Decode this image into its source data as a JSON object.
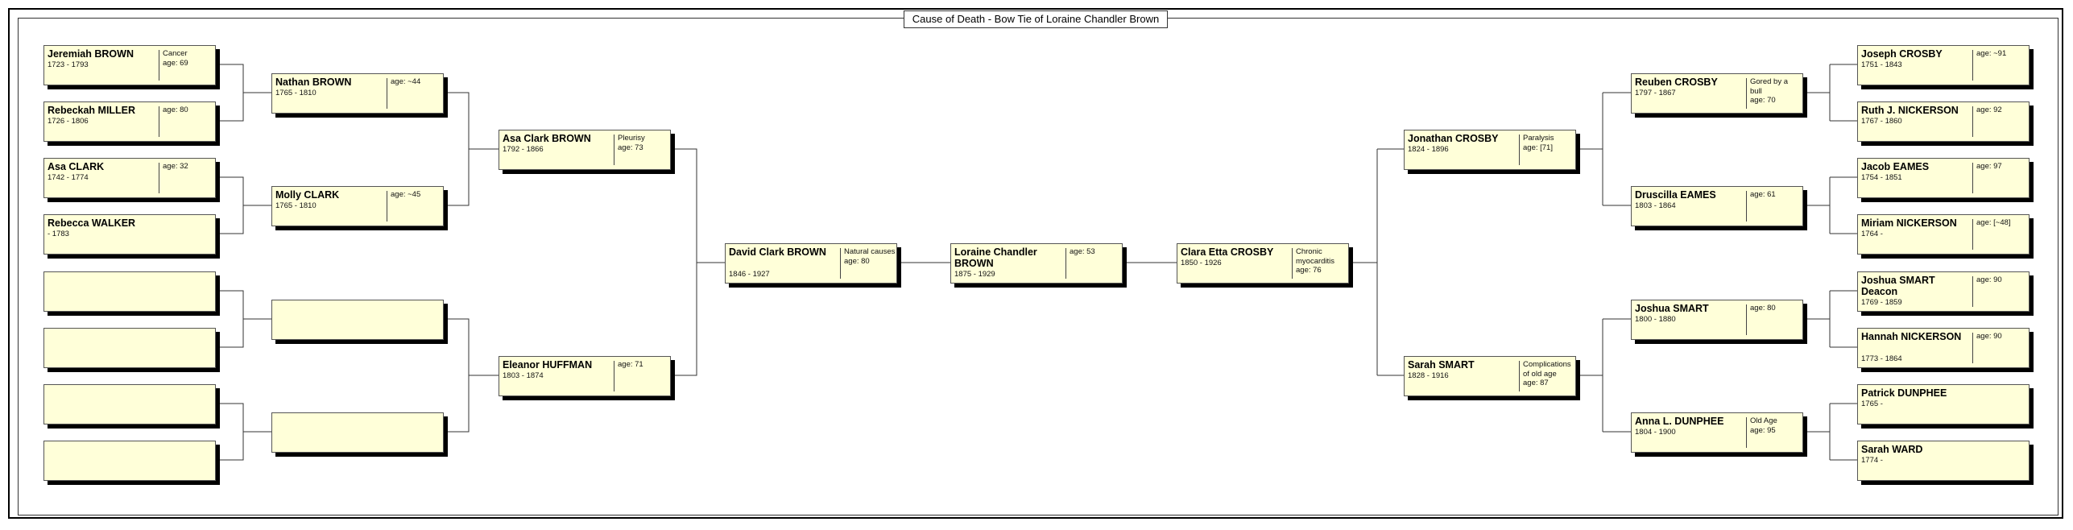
{
  "title": "Cause of Death - Bow Tie of Loraine Chandler Brown",
  "people": {
    "jeremiah_brown": {
      "name": "Jeremiah BROWN",
      "dates": "1723 - 1793",
      "note": "Cancer\nage: 69"
    },
    "rebeckah_miller": {
      "name": "Rebeckah MILLER",
      "dates": "1726 - 1806",
      "note": "age: 80"
    },
    "asa_clark": {
      "name": "Asa CLARK",
      "dates": "1742 - 1774",
      "note": "age: 32"
    },
    "rebecca_walker": {
      "name": "Rebecca WALKER",
      "dates": "- 1783",
      "note": ""
    },
    "nathan_brown": {
      "name": "Nathan BROWN",
      "dates": "1765 - 1810",
      "note": "age: ~44"
    },
    "molly_clark": {
      "name": "Molly CLARK",
      "dates": "1765 - 1810",
      "note": "age: ~45"
    },
    "asa_clark_brown": {
      "name": "Asa Clark BROWN",
      "dates": "1792 - 1866",
      "note": "Pleurisy\nage: 73"
    },
    "eleanor_huffman": {
      "name": "Eleanor HUFFMAN",
      "dates": "1803 - 1874",
      "note": "age: 71"
    },
    "david_clark_brown": {
      "name": "David Clark BROWN",
      "dates": "1846 - 1927",
      "note": "Natural causes\nage: 80"
    },
    "loraine_chandler_brown": {
      "name": "Loraine Chandler BROWN",
      "dates": "1875 - 1929",
      "note": "age: 53"
    },
    "clara_etta_crosby": {
      "name": "Clara Etta CROSBY",
      "dates": "1850 - 1926",
      "note": "Chronic myocarditis\nage: 76"
    },
    "jonathan_crosby": {
      "name": "Jonathan CROSBY",
      "dates": "1824 - 1896",
      "note": "Paralysis\nage: [71]"
    },
    "sarah_smart": {
      "name": "Sarah SMART",
      "dates": "1828 - 1916",
      "note": "Complications of old age\nage: 87"
    },
    "reuben_crosby": {
      "name": "Reuben CROSBY",
      "dates": "1797 - 1867",
      "note": "Gored by a bull\nage: 70"
    },
    "druscilla_eames": {
      "name": "Druscilla EAMES",
      "dates": "1803 - 1864",
      "note": "age: 61"
    },
    "joshua_smart": {
      "name": "Joshua SMART",
      "dates": "1800 - 1880",
      "note": "age: 80"
    },
    "anna_dunphee": {
      "name": "Anna L. DUNPHEE",
      "dates": "1804 - 1900",
      "note": "Old Age\nage: 95"
    },
    "joseph_crosby": {
      "name": "Joseph CROSBY",
      "dates": "1751 - 1843",
      "note": "age: ~91"
    },
    "ruth_nickerson": {
      "name": "Ruth J. NICKERSON",
      "dates": "1767 - 1860",
      "note": "age: 92"
    },
    "jacob_eames": {
      "name": "Jacob EAMES",
      "dates": "1754 - 1851",
      "note": "age: 97"
    },
    "miriam_nickerson": {
      "name": "Miriam NICKERSON",
      "dates": "1764 -",
      "note": "age: [~48]"
    },
    "joshua_smart_deacon": {
      "name": "Joshua SMART Deacon",
      "dates": "1769 - 1859",
      "note": "age: 90"
    },
    "hannah_nickerson": {
      "name": "Hannah NICKERSON",
      "dates": "1773 - 1864",
      "note": "age: 90"
    },
    "patrick_dunphee": {
      "name": "Patrick DUNPHEE",
      "dates": "1765 -",
      "note": ""
    },
    "sarah_ward": {
      "name": "Sarah WARD",
      "dates": "1774 -",
      "note": ""
    }
  },
  "empty_boxes": 6
}
